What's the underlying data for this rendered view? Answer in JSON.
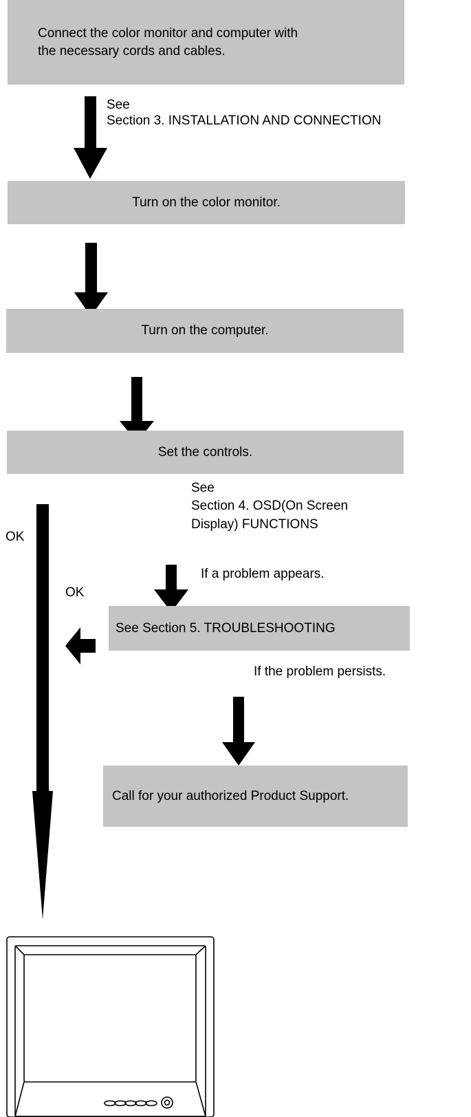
{
  "steps": {
    "connect": "Connect the color monitor and computer with\nthe necessary cords and cables.",
    "monitor_on": "Turn on the color monitor.",
    "computer_on": "Turn on the computer.",
    "set_controls": "Set the controls.",
    "troubleshooting": "See Section 5. TROUBLESHOOTING",
    "support": "Call for your authorized Product Support."
  },
  "notes": {
    "see_1": "See",
    "section3": "Section 3. INSTALLATION AND CONNECTION",
    "see_2": "See",
    "section4_line1": "Section 4. OSD(On Screen",
    "section4_line2": "Display) FUNCTIONS",
    "problem_appears": "If a problem appears.",
    "problem_persists": "If the problem persists.",
    "ok_main": "OK",
    "ok_side": "OK"
  },
  "colors": {
    "box_fill": "#c4c4c4",
    "arrow": "#000000"
  }
}
